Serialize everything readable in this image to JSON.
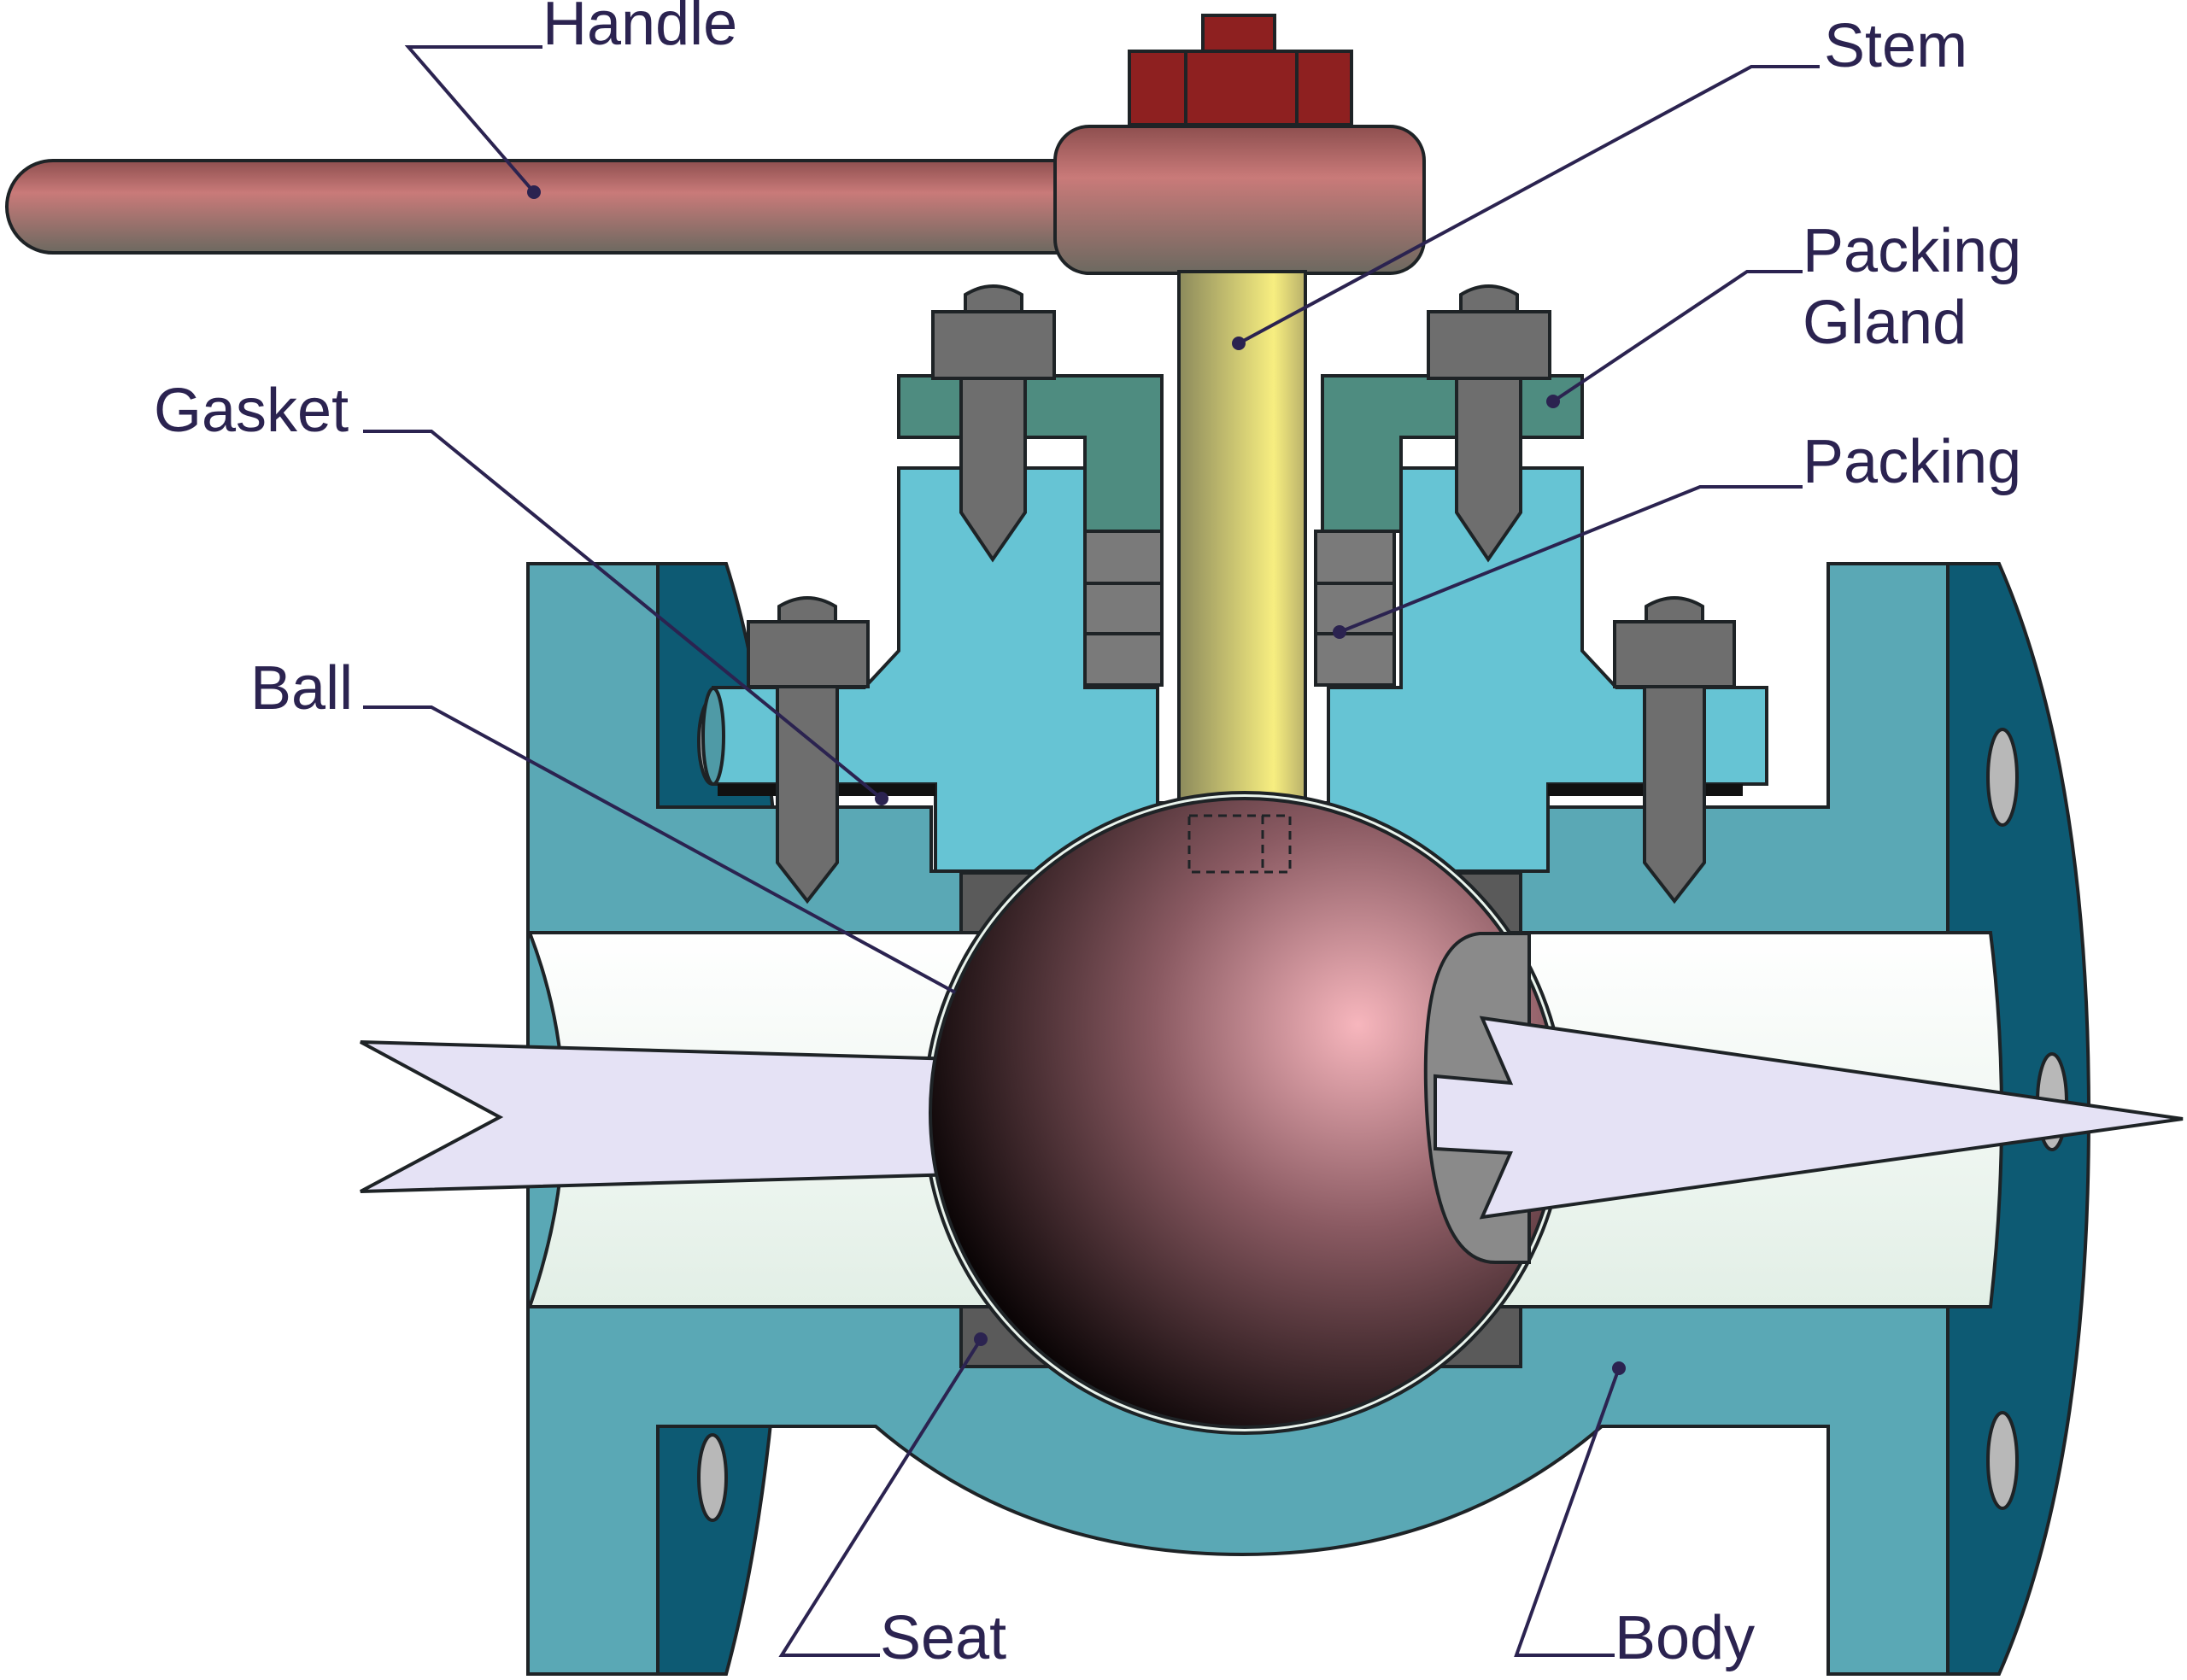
{
  "labels": {
    "handle": "Handle",
    "stem": "Stem",
    "packing_gland_1": "Packing",
    "packing_gland_2": "Gland",
    "packing": "Packing",
    "gasket": "Gasket",
    "ball": "Ball",
    "seat": "Seat",
    "body": "Body"
  },
  "colors": {
    "body": "#5aa8b5",
    "body_dark": "#0d5a73",
    "bonnet": "#66c4d4",
    "packing_gland": "#4e8c80",
    "bore": "#e9f3ec",
    "bolt": "#6e6e6e",
    "handle": "#c0706f",
    "handle_nut": "#8e2020",
    "stem": "#f4ea7c",
    "ball": "#f3b2b8",
    "flow_arrow": "#e5e2f5",
    "label": "#2b2350"
  }
}
